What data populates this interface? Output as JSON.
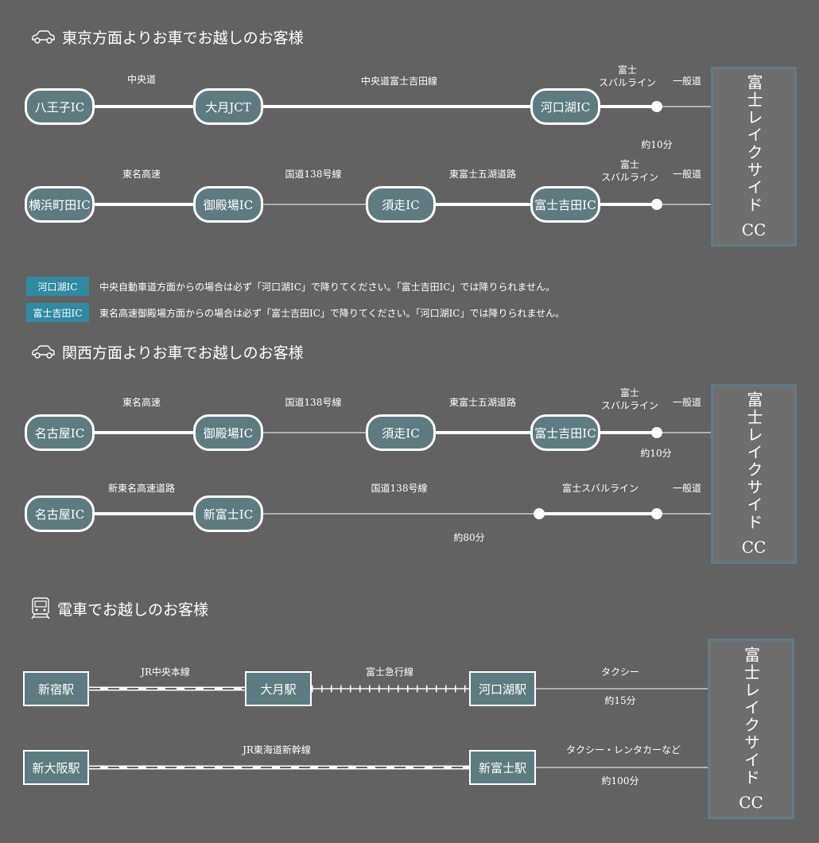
{
  "sections": {
    "tokyo": {
      "title": "東京方面よりお車でお越しのお客様"
    },
    "kansai": {
      "title": "関西方面よりお車でお越しのお客様"
    },
    "train": {
      "title": "電車でお越しのお客様"
    }
  },
  "destination": {
    "name": "富士レイクサイド",
    "suffix": "CC"
  },
  "tokyo_routes": {
    "r1": {
      "nodes": [
        "八王子IC",
        "大月JCT",
        "河口湖IC"
      ],
      "roads": [
        "中央道",
        "中央道富士吉田線",
        "富士\nスバルライン",
        "一般道"
      ]
    },
    "r2": {
      "nodes": [
        "横浜町田IC",
        "御殿場IC",
        "須走IC",
        "富士吉田IC"
      ],
      "roads": [
        "東名高速",
        "国道138号線",
        "東富士五湖道路",
        "富士\nスバルライン",
        "一般道"
      ]
    },
    "time": "約10分"
  },
  "notes": [
    {
      "tag": "河口湖IC",
      "text": "中央自動車道方面からの場合は必ず「河口湖IC」で降りてください。「富士吉田IC」では降りられません。"
    },
    {
      "tag": "富士吉田IC",
      "text": "東名高速御殿場方面からの場合は必ず「富士吉田IC」で降りてください。「河口湖IC」では降りられません。"
    }
  ],
  "kansai_routes": {
    "r1": {
      "nodes": [
        "名古屋IC",
        "御殿場IC",
        "須走IC",
        "富士吉田IC"
      ],
      "roads": [
        "東名高速",
        "国道138号線",
        "東富士五湖道路",
        "富士\nスバルライン",
        "一般道"
      ],
      "time": "約10分"
    },
    "r2": {
      "nodes": [
        "名古屋IC",
        "新富士IC"
      ],
      "roads": [
        "新東名高速道路",
        "国道138号線",
        "富士スバルライン",
        "一般道"
      ],
      "time": "約80分"
    }
  },
  "train_routes": {
    "r1": {
      "stations": [
        "新宿駅",
        "大月駅",
        "河口湖駅"
      ],
      "lines": [
        "JR中央本線",
        "富士急行線",
        "タクシー"
      ],
      "time": "約15分"
    },
    "r2": {
      "stations": [
        "新大阪駅",
        "新富士駅"
      ],
      "lines": [
        "JR東海道新幹線",
        "タクシー・レンタカーなど"
      ],
      "time": "約100分"
    }
  },
  "icons": {
    "car": "car-icon",
    "train": "train-icon"
  },
  "colors": {
    "background": "#626262",
    "node_fill": "#5e7b82",
    "tag_fill": "#2f8aa2",
    "dest_border": "#5f7c85"
  }
}
